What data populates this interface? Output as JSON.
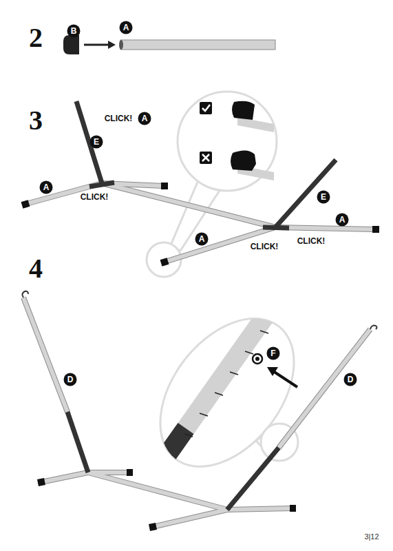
{
  "diagram": {
    "labels": [
      "2",
      "B",
      "A",
      "3",
      "E",
      "CLICK!",
      "A",
      "A",
      "CLICK!",
      "E",
      "A",
      "A",
      "CLICK!",
      "CLICK!",
      "4",
      "D",
      "F",
      "D",
      "3|12"
    ]
  }
}
